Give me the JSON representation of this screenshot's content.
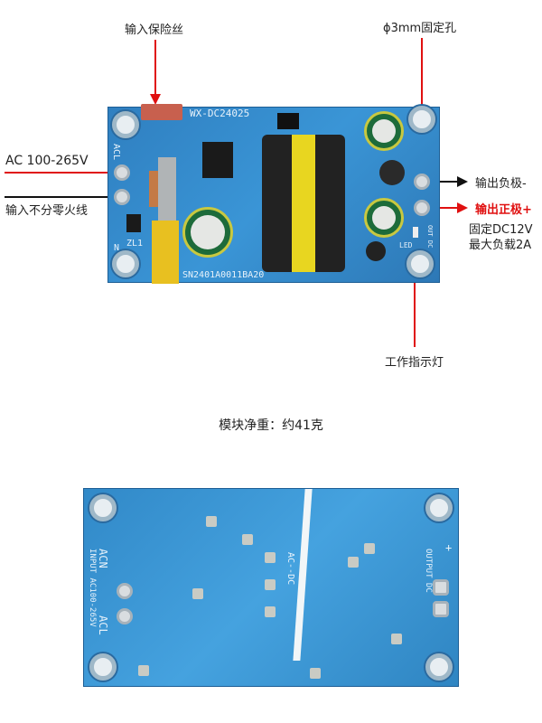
{
  "annotations": {
    "fuse": "输入保险丝",
    "mount_hole": "ϕ3mm固定孔",
    "ac_input": "AC 100-265V",
    "no_polarity": "输入不分零火线",
    "out_neg": "输出负极-",
    "out_pos": "输出正极+",
    "fixed_voltage": "固定DC12V",
    "max_load": "最大负载2A",
    "indicator": "工作指示灯"
  },
  "weight_text": "模块净重：约41克",
  "top_board": {
    "model": "WX-DC24025",
    "serial": "SN2401A0011BA20",
    "acl": "ACL",
    "n_mark": "N",
    "zl1": "ZL1",
    "led": "LED",
    "out": "OUT DC"
  },
  "bottom_board": {
    "acn": "ACN",
    "acl": "ACL",
    "input": "INPUT AC100-265V",
    "acdc": "AC--DC",
    "output": "OUTPUT DC",
    "plus": "+"
  },
  "colors": {
    "red": "#e01010",
    "board": "#3a95d6"
  }
}
